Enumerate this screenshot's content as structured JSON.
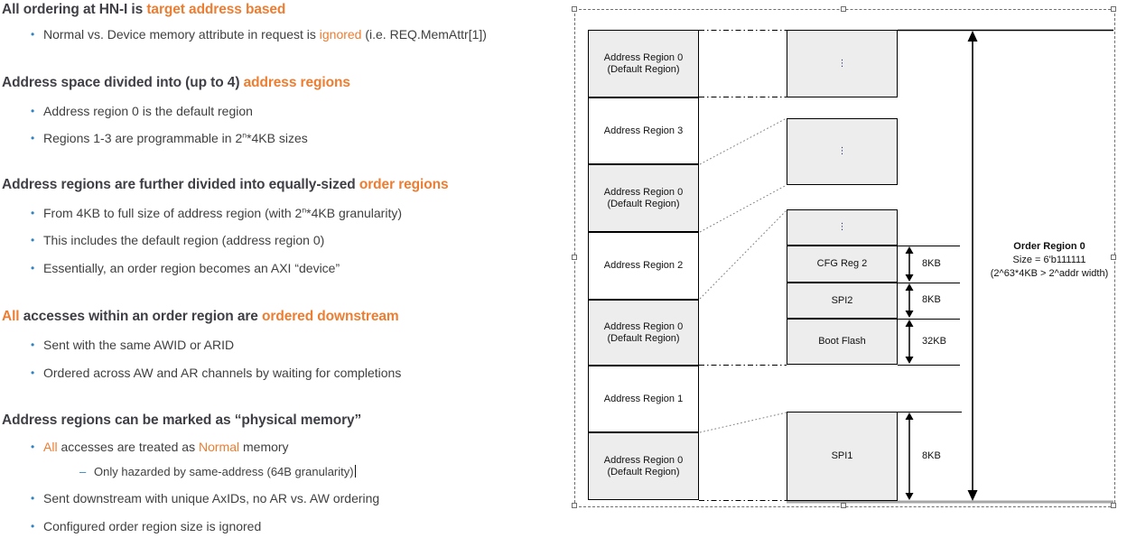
{
  "colors": {
    "highlight_orange": "#ED7D31",
    "bullet_blue": "#2E83C5",
    "heading_text": "#3F3F46",
    "body_text": "#404040",
    "box_fill": "#EDEDED",
    "bottom_line_gray": "#A6A6A6"
  },
  "content": {
    "sections": [
      {
        "heading": [
          {
            "t": "All ordering at HN-I is "
          },
          {
            "t": "target address based",
            "hl": true
          }
        ],
        "bullets": [
          {
            "lvl": 1,
            "seg": [
              {
                "t": "Normal vs. Device memory attribute in request is "
              },
              {
                "t": "ignored",
                "hl": true
              },
              {
                "t": " (i.e. REQ.MemAttr[1])"
              }
            ]
          }
        ]
      },
      {
        "heading": [
          {
            "t": "Address space divided into (up to 4) "
          },
          {
            "t": "address regions",
            "hl": true
          }
        ],
        "bullets": [
          {
            "lvl": 1,
            "seg": [
              {
                "t": "Address region 0 is the default region"
              }
            ]
          },
          {
            "lvl": 1,
            "seg": [
              {
                "t": "Regions 1-3 are programmable in 2"
              },
              {
                "t": "n",
                "sup": true
              },
              {
                "t": "*4KB sizes"
              }
            ]
          }
        ]
      },
      {
        "heading": [
          {
            "t": "Address regions are further divided into equally-sized "
          },
          {
            "t": "order regions",
            "hl": true
          }
        ],
        "bullets": [
          {
            "lvl": 1,
            "seg": [
              {
                "t": "From 4KB to full size of address region (with 2"
              },
              {
                "t": "n",
                "sup": true
              },
              {
                "t": "*4KB granularity)"
              }
            ]
          },
          {
            "lvl": 1,
            "seg": [
              {
                "t": "This includes the default region (address region 0)"
              }
            ]
          },
          {
            "lvl": 1,
            "seg": [
              {
                "t": "Essentially, an order region becomes an AXI “device”"
              }
            ]
          }
        ]
      },
      {
        "heading": [
          {
            "t": "All",
            "hl": true
          },
          {
            "t": " accesses within an order region are "
          },
          {
            "t": "ordered downstream",
            "hl": true
          }
        ],
        "bullets": [
          {
            "lvl": 1,
            "seg": [
              {
                "t": "Sent with the same AWID or ARID"
              }
            ]
          },
          {
            "lvl": 1,
            "seg": [
              {
                "t": "Ordered across AW and AR channels by waiting for completions"
              }
            ]
          }
        ]
      },
      {
        "heading": [
          {
            "t": "Address regions can be marked as “physical memory”"
          }
        ],
        "bullets": [
          {
            "lvl": 1,
            "seg": [
              {
                "t": "All",
                "hl": true
              },
              {
                "t": " accesses are treated as "
              },
              {
                "t": "Normal",
                "hl": true
              },
              {
                "t": " memory"
              }
            ]
          },
          {
            "lvl": 2,
            "caret": true,
            "seg": [
              {
                "t": "Only hazarded by same-address (64B granularity)"
              }
            ]
          },
          {
            "lvl": 1,
            "seg": [
              {
                "t": "Sent downstream with unique AxIDs, no AR vs. AW ordering"
              }
            ]
          },
          {
            "lvl": 1,
            "seg": [
              {
                "t": "Configured order region size is ignored"
              }
            ]
          }
        ]
      }
    ]
  },
  "diagram": {
    "address_regions": [
      {
        "label": "Address Region 0",
        "sublabel": "(Default Region)",
        "shaded": true
      },
      {
        "label": "Address Region 3",
        "shaded": false
      },
      {
        "label": "Address Region 0",
        "sublabel": "(Default Region)",
        "shaded": true
      },
      {
        "label": "Address Region 2",
        "shaded": false
      },
      {
        "label": "Address Region 0",
        "sublabel": "(Default Region)",
        "shaded": true
      },
      {
        "label": "Address Region 1",
        "shaded": false
      },
      {
        "label": "Address Region 0",
        "sublabel": "(Default Region)",
        "shaded": true
      }
    ],
    "order_column": {
      "ellipsis_boxes": [
        "⋮",
        "⋮"
      ],
      "stack": [
        {
          "label": "⋮"
        },
        {
          "label": "CFG Reg 2",
          "size": "8KB"
        },
        {
          "label": "SPI2",
          "size": "8KB"
        },
        {
          "label": "Boot Flash",
          "size": "32KB"
        }
      ],
      "spi1": {
        "label": "SPI1",
        "size": "8KB"
      }
    },
    "annotation": {
      "title": "Order Region 0",
      "size_line": "Size = 6'b111111",
      "note_line": "(2^63*4KB > 2^addr width)"
    }
  }
}
